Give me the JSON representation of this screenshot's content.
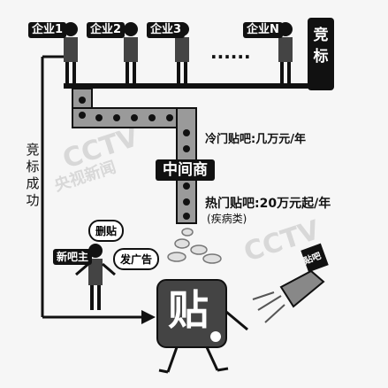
{
  "companies": [
    "企业1",
    "企业2",
    "企业3",
    "企业N"
  ],
  "dots": "······",
  "bid_label": "竞标",
  "bid_success": "竞标成功",
  "middleman": "中间商",
  "cold_price": "冷门贴吧:几万元/年",
  "hot_price": "热门贴吧:20万元起/年",
  "hot_note": "(疾病类)",
  "new_owner": "新吧主",
  "delete_post": "删贴",
  "post_ad": "发广告",
  "post_char": "贴",
  "tieba_label": "贴吧",
  "watermark": [
    "CCTV",
    "央视新闻"
  ],
  "colors": {
    "ink": "#111111",
    "gray": "#555555",
    "light_gray": "#9a9a9a",
    "background": "#f6f6f6"
  }
}
